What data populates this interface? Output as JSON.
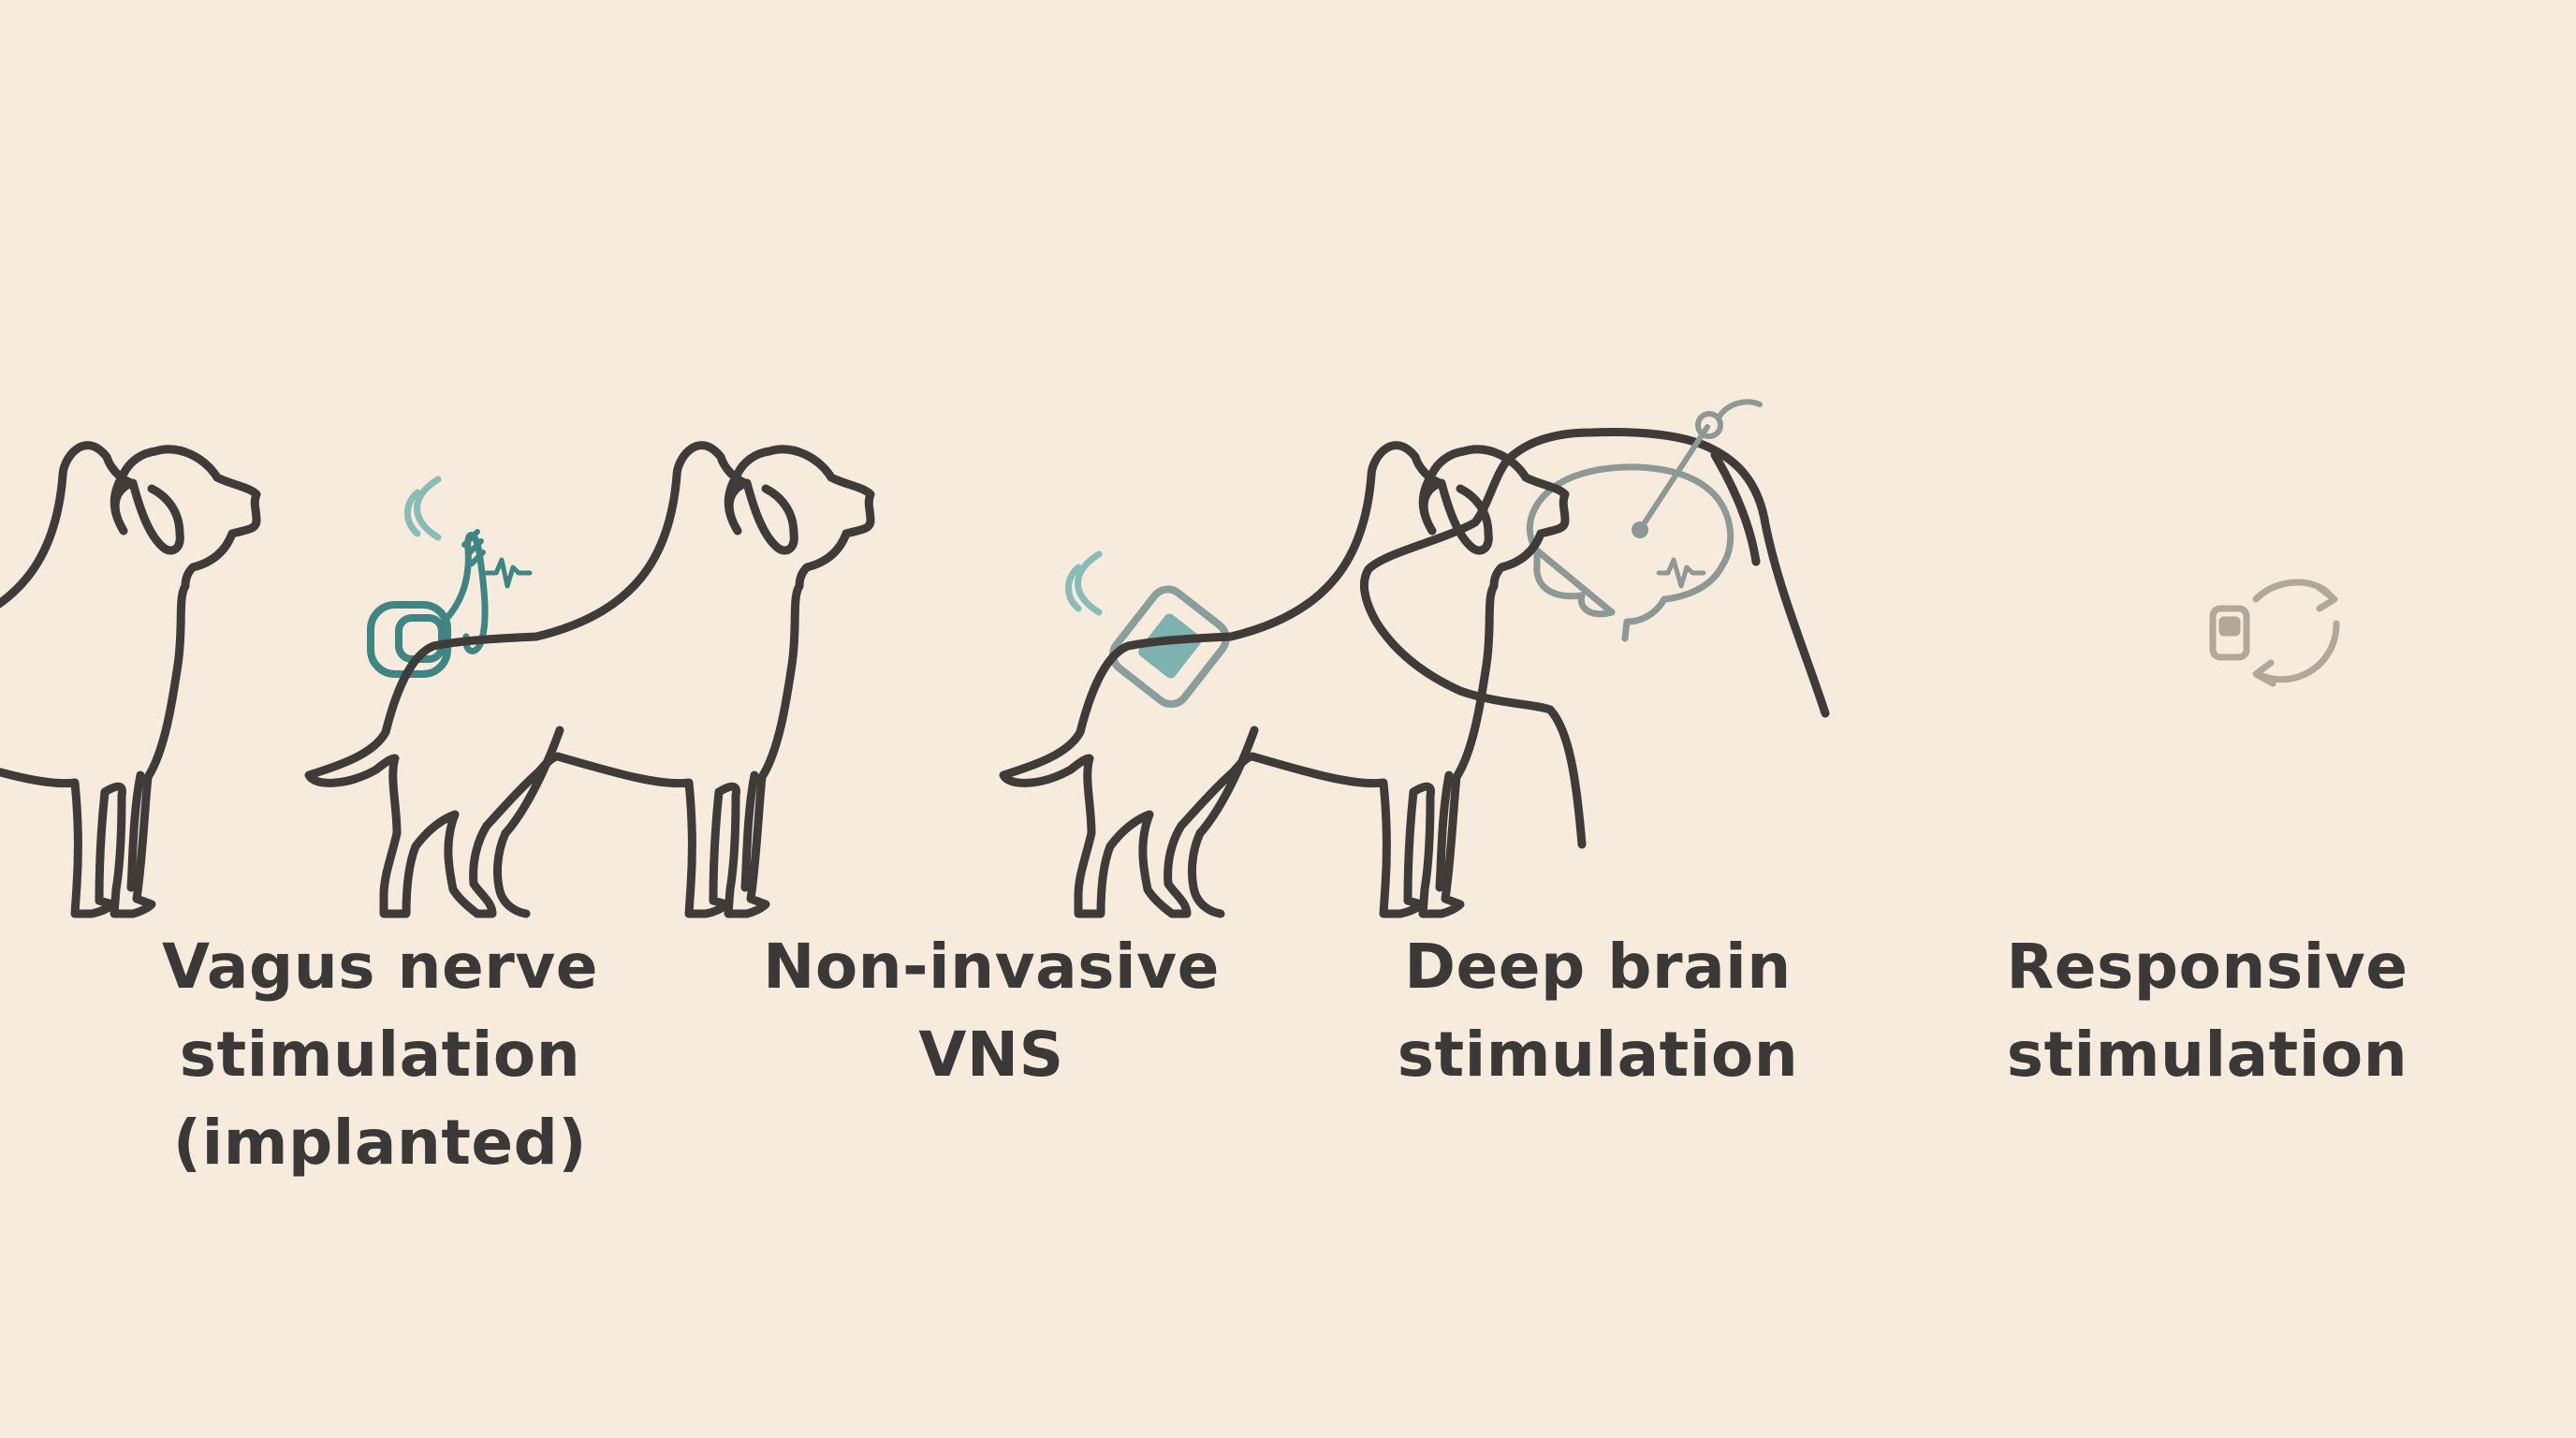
{
  "colors": {
    "background": "#f6ebdd",
    "outline": "#3e3b39",
    "text": "#3b3937",
    "teal_dark": "#3f8584",
    "teal_light": "#89bcb8",
    "device_fill": "#7eb2ae",
    "gray_accent": "#8e9894",
    "taupe_accent": "#b4a69a"
  },
  "panels": [
    {
      "id": "implanted-vns",
      "icon": "dog-with-implanted-vagus-nerve-stimulator-icon",
      "label_lines": [
        "Vagus nerve",
        "stimulation",
        "(implanted)"
      ]
    },
    {
      "id": "non-invasive-vns",
      "icon": "dog-with-collar-device-icon",
      "label_lines": [
        "Non-invasive",
        "VNS"
      ]
    },
    {
      "id": "deep-brain-stimulation",
      "icon": "dog-head-with-brain-electrode-icon",
      "label_lines": [
        "Deep brain",
        "stimulation"
      ]
    },
    {
      "id": "responsive-stimulation",
      "icon": "dog-with-closed-loop-device-icon",
      "label_lines": [
        "Responsive",
        "stimulation"
      ]
    }
  ]
}
